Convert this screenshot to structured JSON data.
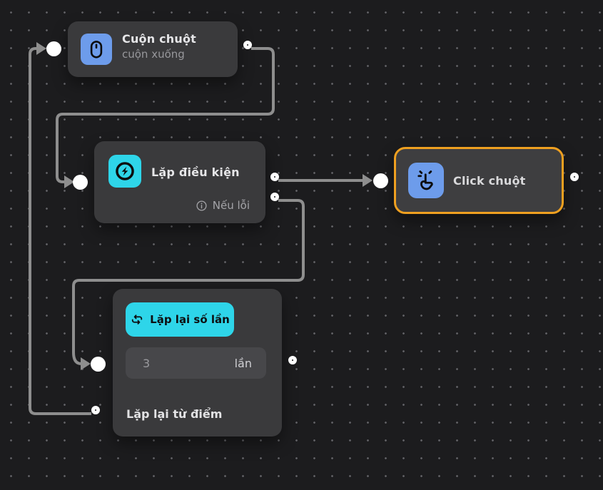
{
  "colors": {
    "background": "#1c1c1e",
    "grid_dot": "#606064",
    "node_body": "#3a3a3c",
    "selection_border": "#efa020",
    "icon_blue": "#6d9ceb",
    "icon_cyan": "#2ed5e9",
    "edge_gray": "#8e8e8e"
  },
  "nodes": {
    "scroll": {
      "title": "Cuộn chuột",
      "subtitle": "cuộn xuống",
      "icon": "mouse-icon"
    },
    "loop_condition": {
      "title": "Lặp điều kiện",
      "error_label": "Nếu lỗi",
      "icon": "sync-icon"
    },
    "click": {
      "title": "Click chuột",
      "icon": "tap-icon",
      "selected": true
    },
    "repeat": {
      "button_label": "Lặp lại số lần",
      "count_value": "3",
      "count_unit": "lần",
      "footer_label": "Lặp lại từ điểm",
      "icon": "repeat-icon"
    }
  }
}
